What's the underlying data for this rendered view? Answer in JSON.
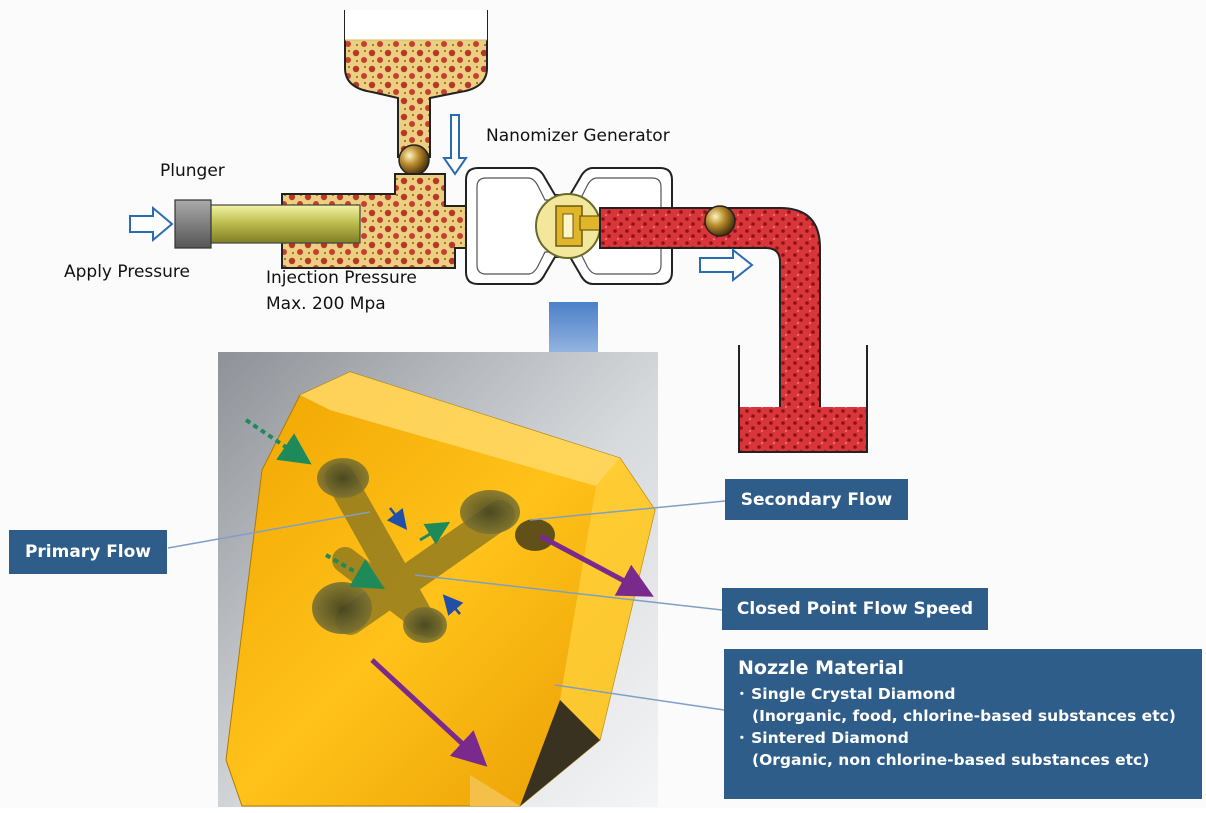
{
  "labels": {
    "plunger": "Plunger",
    "apply_pressure": "Apply Pressure",
    "injection_pressure_line1": "Injection Pressure",
    "injection_pressure_line2": "Max. 200 Mpa",
    "nanomizer_generator": "Nanomizer Generator"
  },
  "callouts": {
    "primary_flow": "Primary Flow",
    "secondary_flow": "Secondary Flow",
    "closed_point_flow_speed": "Closed Point Flow Speed"
  },
  "nozzle": {
    "title": "Nozzle Material",
    "items": [
      {
        "name": "･ Single Crystal Diamond",
        "desc": "(Inorganic, food, chlorine-based substances etc)"
      },
      {
        "name": "･ Sintered Diamond",
        "desc": "(Organic, non chlorine-based substances etc)"
      }
    ]
  },
  "colors": {
    "callout_box": "#2f5d8a",
    "fluid_pre": "#e9c773",
    "fluid_post": "#c7262a",
    "diamond": "#f2b400",
    "primary_arrow": "#1e8a5a",
    "output_arrow": "#7a2a8c",
    "flow_arrow": "#2b6cb0"
  }
}
